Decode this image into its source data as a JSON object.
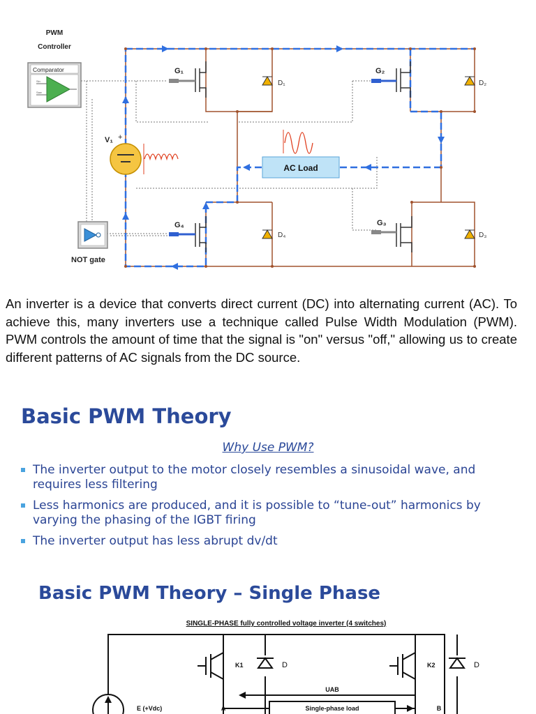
{
  "circuit1": {
    "pwm_controller": "PWM\nController",
    "comparator": "Comparator",
    "comparator_in1": "Sin",
    "comparator_in2": "Saw",
    "g1": "G₁",
    "g2": "G₂",
    "g3": "G₃",
    "g4": "G₄",
    "d1": "D₁",
    "d2": "D₂",
    "d3": "D₃",
    "d4": "D₄",
    "v1": "V₁",
    "v1_plus": "+",
    "ac_load": "AC Load",
    "not_gate": "NOT gate",
    "colors": {
      "flow": "#2f6fe0",
      "wire": "#a0522d",
      "gate": "#2f5fd0",
      "diode": "#f0b000",
      "source": "#f5c542",
      "comparator_fill": "#4caf50",
      "wave": "#e04020"
    }
  },
  "paragraph": "An inverter is a device that converts direct current (DC) into alternating current (AC). To achieve this, many inverters use a technique called Pulse Width Modulation (PWM). PWM controls the amount of time that the signal is \"on\" versus \"off,\" allowing us to create different patterns of AC signals from the DC source.",
  "slide1": {
    "title": "Basic PWM Theory",
    "subtitle": "Why Use PWM?",
    "bullets": [
      "The inverter output to the motor closely resembles a sinusoidal wave, and requires less filtering",
      "Less harmonics are produced, and it is possible to “tune-out” harmonics by varying the phasing of the IGBT firing",
      "The inverter output has less abrupt dv/dt"
    ]
  },
  "slide2": {
    "title": "Basic PWM Theory – Single Phase",
    "diagram": {
      "caption": "SINGLE-PHASE fully controlled voltage inverter (4 switches)",
      "k1": "K1",
      "k2": "K2",
      "d_left": "D",
      "d_right": "D",
      "uab": "UAB",
      "source": "E (+Vdc)",
      "node_a": "A",
      "node_b": "B",
      "load": "Single-phase load"
    }
  }
}
